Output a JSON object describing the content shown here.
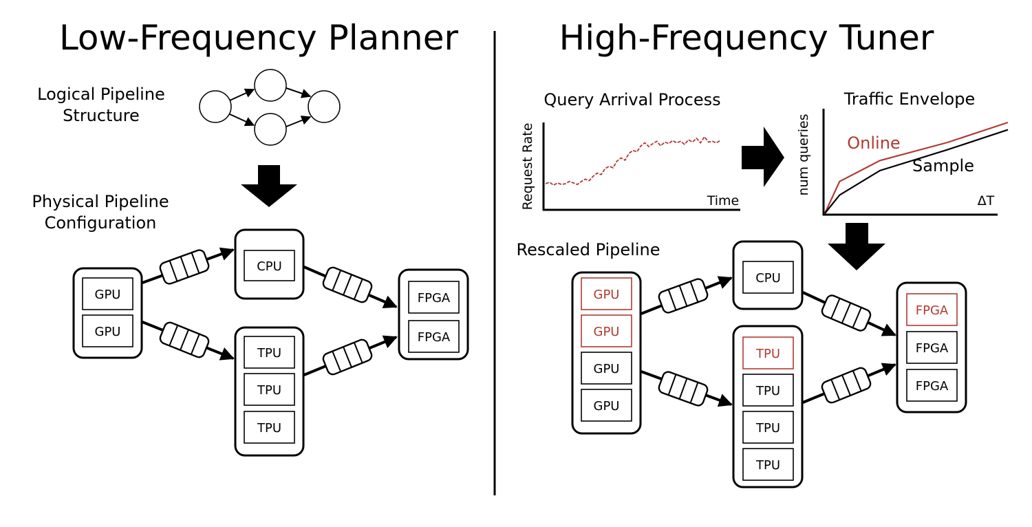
{
  "colors": {
    "accent": "#b03a32",
    "ink": "#000000"
  },
  "left": {
    "title": "Low-Frequency Planner",
    "logical_label": [
      "Logical Pipeline",
      "Structure"
    ],
    "physical_label": [
      "Physical Pipeline",
      "Configuration"
    ],
    "stage1": [
      "GPU",
      "GPU"
    ],
    "stage2": [
      "CPU"
    ],
    "stage3": [
      "TPU",
      "TPU",
      "TPU"
    ],
    "stage4": [
      "FPGA",
      "FPGA"
    ]
  },
  "right": {
    "title": "High-Frequency Tuner",
    "arrival_title": "Query Arrival Process",
    "arrival_ylabel": "Request Rate",
    "arrival_xlabel": "Time",
    "envelope_title": "Traffic Envelope",
    "envelope_ylabel": "num queries",
    "envelope_xlabel": "ΔT",
    "rescaled_label": "Rescaled Pipeline",
    "stage1": [
      {
        "label": "GPU",
        "highlight": true
      },
      {
        "label": "GPU",
        "highlight": true
      },
      {
        "label": "GPU",
        "highlight": false
      },
      {
        "label": "GPU",
        "highlight": false
      }
    ],
    "stage2": [
      {
        "label": "CPU",
        "highlight": false
      }
    ],
    "stage3": [
      {
        "label": "TPU",
        "highlight": true
      },
      {
        "label": "TPU",
        "highlight": false
      },
      {
        "label": "TPU",
        "highlight": false
      },
      {
        "label": "TPU",
        "highlight": false
      }
    ],
    "stage4": [
      {
        "label": "FPGA",
        "highlight": true
      },
      {
        "label": "FPGA",
        "highlight": false
      },
      {
        "label": "FPGA",
        "highlight": false
      }
    ]
  },
  "chart_data": [
    {
      "type": "line",
      "title": "Query Arrival Process",
      "xlabel": "Time",
      "ylabel": "Request Rate",
      "series": [
        {
          "values": [
            0.3,
            0.32,
            0.28,
            0.31,
            0.29,
            0.3,
            0.33,
            0.31,
            0.29,
            0.33,
            0.36,
            0.34,
            0.4,
            0.44,
            0.42,
            0.5,
            0.53,
            0.51,
            0.6,
            0.64,
            0.61,
            0.7,
            0.74,
            0.72,
            0.8,
            0.84,
            0.79,
            0.83,
            0.86,
            0.8,
            0.85,
            0.83,
            0.87,
            0.84,
            0.86,
            0.82,
            0.88,
            0.85,
            0.9,
            0.84,
            0.92,
            0.85,
            0.86,
            0.84,
            0.87
          ]
        }
      ]
    },
    {
      "type": "line",
      "title": "Traffic Envelope",
      "xlabel": "ΔT",
      "ylabel": "num queries",
      "x": [
        0,
        0.08,
        0.3,
        0.67,
        1.0
      ],
      "series": [
        {
          "name": "Online",
          "values": [
            0,
            0.35,
            0.58,
            0.78,
            1.0
          ],
          "color": "#b03a32"
        },
        {
          "name": "Sample",
          "values": [
            0,
            0.2,
            0.47,
            0.7,
            0.92
          ],
          "color": "#000000"
        }
      ]
    }
  ]
}
